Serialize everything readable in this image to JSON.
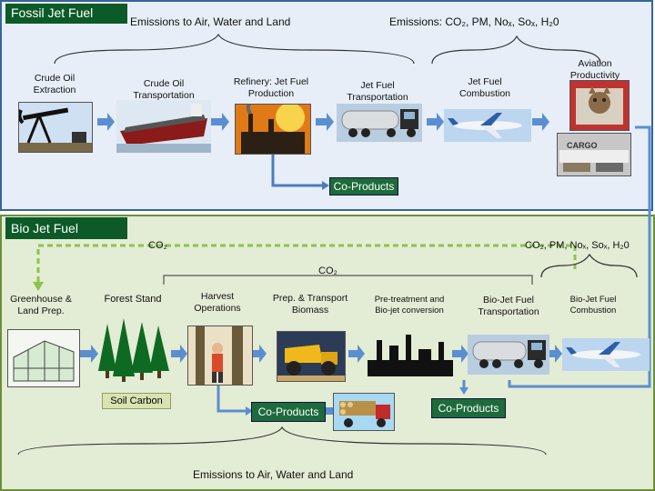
{
  "fossil": {
    "title": "Fossil Jet Fuel",
    "emissions_left": "Emissions to Air, Water and Land",
    "emissions_right": "Emissions: CO₂, PM, Noₓ, Soₓ, H₂0",
    "stages": [
      {
        "label": "Crude Oil Extraction",
        "icon": "oil-pump-icon"
      },
      {
        "label": "Crude Oil Transportation",
        "icon": "tanker-ship-icon"
      },
      {
        "label": "Refinery: Jet Fuel Production",
        "icon": "refinery-icon"
      },
      {
        "label": "Jet Fuel Transportation",
        "icon": "tanker-truck-icon"
      },
      {
        "label": "Jet Fuel Combustion",
        "icon": "airplane-icon"
      },
      {
        "label": "Aviation Productivity",
        "icon": "cargo-icon"
      }
    ],
    "co_products": "Co-Products"
  },
  "bio": {
    "title": "Bio Jet Fuel",
    "co2_left": "CO₂",
    "co2_mid": "CO₂",
    "emissions_right": "CO₂, PM, Noₓ, Soₓ, H₂0",
    "stages": [
      {
        "label": "Greenhouse & Land Prep.",
        "icon": "greenhouse-icon"
      },
      {
        "label": "Forest Stand",
        "icon": "forest-icon"
      },
      {
        "label": "Harvest Operations",
        "icon": "logger-icon"
      },
      {
        "label": "Prep. & Transport Biomass",
        "icon": "dump-truck-icon"
      },
      {
        "label": "Pre-treatment and Bio-jet conversion",
        "icon": "factory-icon"
      },
      {
        "label": "Bio-Jet Fuel Transportation",
        "icon": "tanker-truck-icon"
      },
      {
        "label": "Bio-Jet Fuel Combustion",
        "icon": "airplane-icon"
      }
    ],
    "soil_carbon": "Soil Carbon",
    "co_products_1": "Co-Products",
    "co_products_2": "Co-Products",
    "emissions_bottom": "Emissions to Air, Water and Land"
  }
}
